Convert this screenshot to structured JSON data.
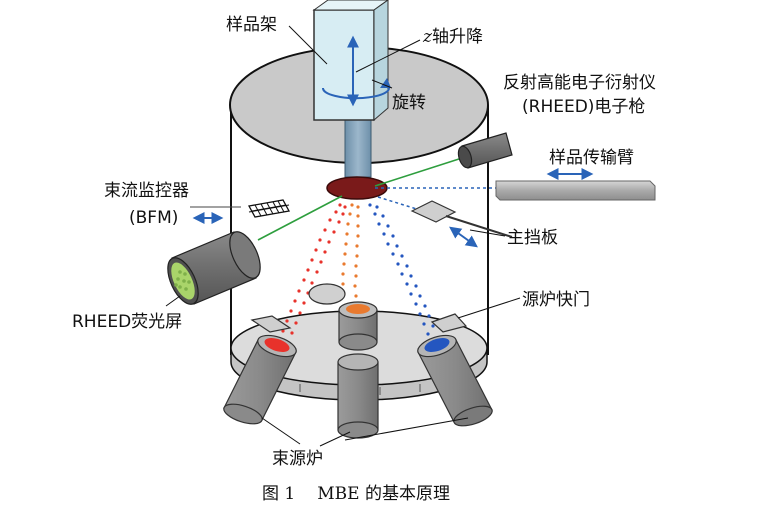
{
  "labels": {
    "sample_holder": "样品架",
    "z_axis_prefix": "z",
    "z_axis_suffix": "轴升降",
    "rotation": "旋转",
    "rheed_gun_line1": "反射高能电子衍射仪",
    "rheed_gun_line2": "(RHEED)电子枪",
    "transfer_arm": "样品传输臂",
    "bfm_line1": "束流监控器",
    "bfm_line2": "(BFM)",
    "main_shutter": "主挡板",
    "source_shutter": "源炉快门",
    "rheed_screen": "RHEED荧光屏",
    "effusion_cells": "束源炉"
  },
  "caption": {
    "number": "图 1",
    "text": "MBE 的基本原理"
  },
  "colors": {
    "chamber_top": "#c9c9c9",
    "chamber_outline": "#111111",
    "holder_box": "#d7edf3",
    "substrate": "#7a1a1a",
    "beam_red": "#e8322b",
    "beam_orange": "#e97a2f",
    "beam_blue": "#2456c0",
    "rheed_beam": "#2e9e3e",
    "arrow_blue": "#2a64b8",
    "screen_green": "#a9d46a",
    "cell_gray": "#8d8d8d"
  }
}
